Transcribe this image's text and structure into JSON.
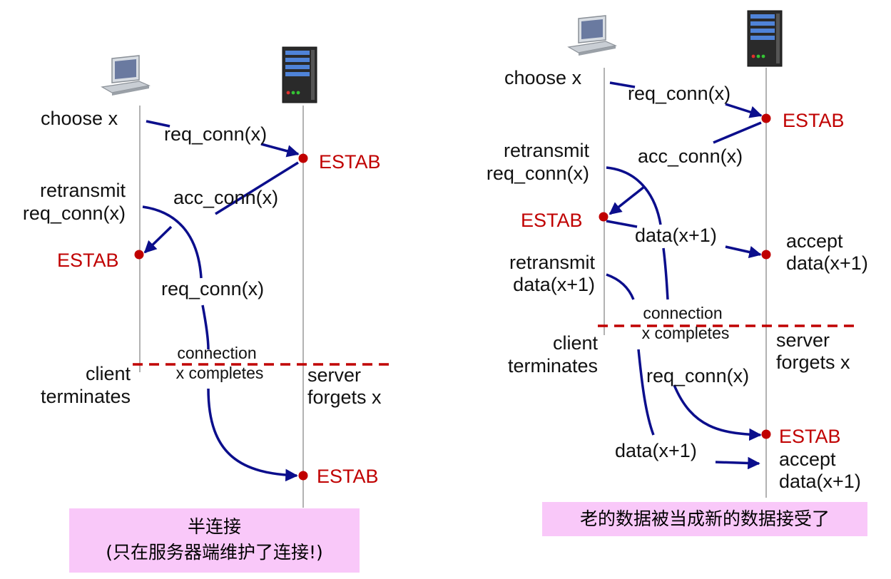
{
  "left_scenario": {
    "choose": "choose x",
    "req_conn": "req_conn(x)",
    "estab_server": "ESTAB",
    "retransmit": [
      "retransmit",
      "req_conn(x)"
    ],
    "acc_conn": "acc_conn(x)",
    "estab_client": "ESTAB",
    "req_conn_retrans": "req_conn(x)",
    "connection_completes": [
      "connection",
      "x completes"
    ],
    "client_terminates": [
      "client",
      "terminates"
    ],
    "server_forgets": [
      "server",
      "forgets x"
    ],
    "estab_late": "ESTAB",
    "caption": [
      "半连接",
      "(只在服务器端维护了连接!)"
    ]
  },
  "right_scenario": {
    "choose": "choose x",
    "req_conn": "req_conn(x)",
    "estab_server": "ESTAB",
    "retransmit": [
      "retransmit",
      "req_conn(x)"
    ],
    "acc_conn": "acc_conn(x)",
    "estab_client": "ESTAB",
    "data": "data(x+1)",
    "accept_data": [
      "accept",
      "data(x+1)"
    ],
    "retransmit_data": [
      "retransmit",
      "data(x+1)"
    ],
    "connection_completes": [
      "connection",
      "x completes"
    ],
    "client_terminates": [
      "client",
      "terminates"
    ],
    "server_forgets": [
      "server",
      "forgets x"
    ],
    "req_conn_retrans": "req_conn(x)",
    "estab_late": "ESTAB",
    "data_retrans": "data(x+1)",
    "accept_data_late": [
      "accept",
      "data(x+1)"
    ],
    "caption": "老的数据被当成新的数据接受了"
  },
  "colors": {
    "arrow": "#0b0e8c",
    "estab": "#c00000",
    "dashed": "#c00000",
    "caption_bg": "#f9c8f9"
  },
  "icons": [
    "laptop-icon",
    "server-icon"
  ]
}
